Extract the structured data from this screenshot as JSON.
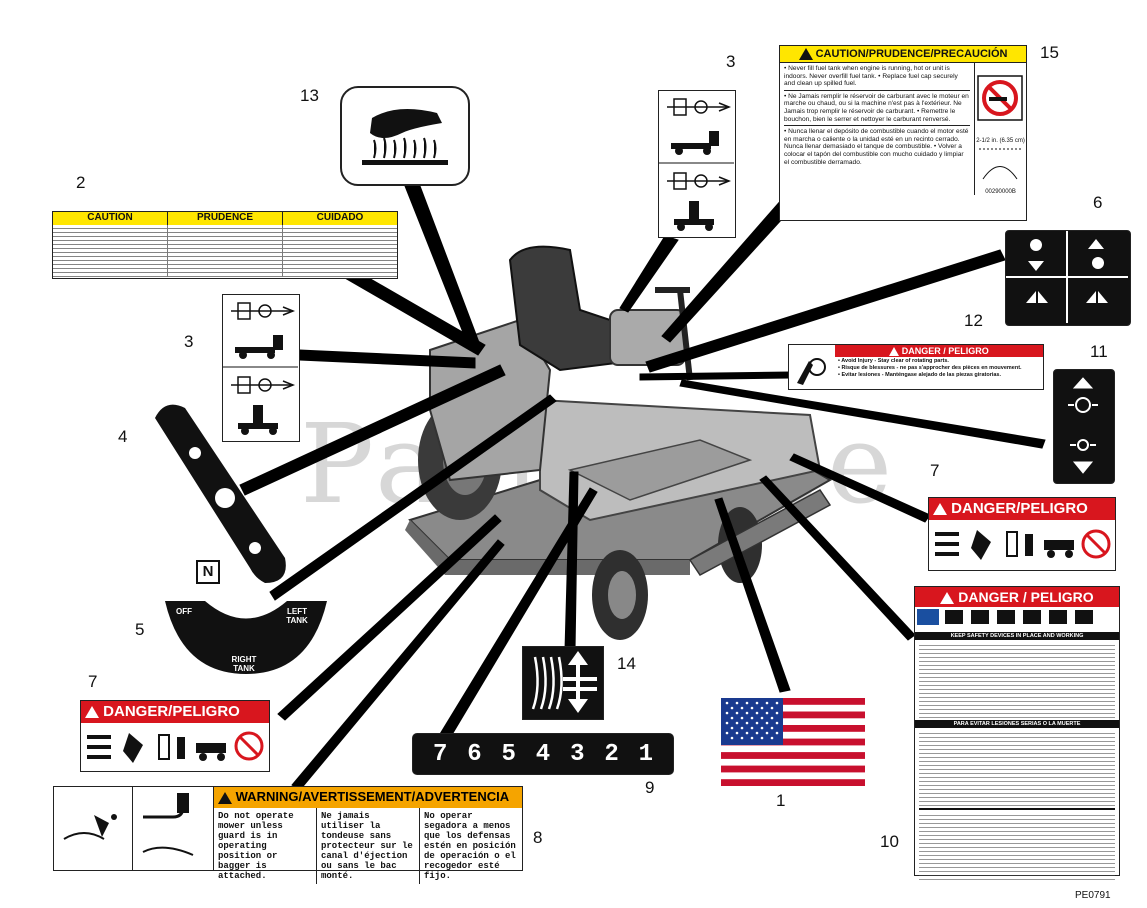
{
  "watermark": "PartsTree",
  "callouts": {
    "c1": "1",
    "c2": "2",
    "c3a": "3",
    "c3b": "3",
    "c4": "4",
    "c5": "5",
    "c6": "6",
    "c7a": "7",
    "c7b": "7",
    "c8": "8",
    "c9": "9",
    "c10": "10",
    "c11": "11",
    "c12": "12",
    "c13": "13",
    "c14": "14",
    "c15": "15"
  },
  "footer_code": "PE0791",
  "decal2": {
    "caution": "CAUTION",
    "prudence": "PRUDENCE",
    "cuidado": "CUIDADO"
  },
  "decal15": {
    "header": "CAUTION/PRUDENCE/PRECAUCIÓN",
    "en": "• Never fill fuel tank when engine is running, hot or unit is indoors. Never overfill fuel tank. • Replace fuel cap securely and clean up spilled fuel.",
    "fr": "• Ne Jamais remplir le réservoir de carburant avec le moteur en marche ou chaud, ou si la machine n'est pas à l'extérieur. Ne Jamais trop remplir le réservoir de carburant. • Remettre le bouchon, bien le serrer et nettoyer le carburant renversé.",
    "es": "• Nunca llenar el depósito de combustible cuando el motor esté en marcha o caliente o la unidad esté en un recinto cerrado. Nunca llenar demasiado el tanque de combustible. • Volver a colocar el tapón del combustible con mucho cuidado y limpiar el combustible derramado.",
    "measure": "2-1/2 in. (6.35 cm)",
    "part_no": "00290000B"
  },
  "decal12": {
    "header": "DANGER / PELIGRO",
    "l1": "• Avoid Injury - Stay clear of rotating parts.",
    "l2": "• Risque de blessures - ne pas s'approcher des pièces en mouvement.",
    "l3": "• Evitar lesiones - Manténgase alejado de las piezas giratorias."
  },
  "decal7": {
    "header": "DANGER/PELIGRO"
  },
  "decal10": {
    "header": "DANGER / PELIGRO",
    "sec1": "KEEP SAFETY DEVICES IN PLACE AND WORKING",
    "sec2": "PARA EVITAR LESIONES SERIAS O LA MUERTE"
  },
  "decal8": {
    "header": "WARNING/AVERTISSEMENT/ADVERTENCIA",
    "en": "Do not operate mower unless guard is in operating position or bagger is attached.",
    "fr": "Ne jamais utiliser la tondeuse sans protecteur sur le canal d'éjection ou sans le bac monté.",
    "es": "No operar segadora a menos que los defensas estén en posición de operación o el recogedor esté fijo."
  },
  "decal9": {
    "numbers": [
      "7",
      "6",
      "5",
      "4",
      "3",
      "2",
      "1"
    ]
  },
  "decal5": {
    "off": "OFF",
    "left": "LEFT TANK",
    "right": "RIGHT TANK"
  },
  "decal4": {
    "n": "N"
  }
}
